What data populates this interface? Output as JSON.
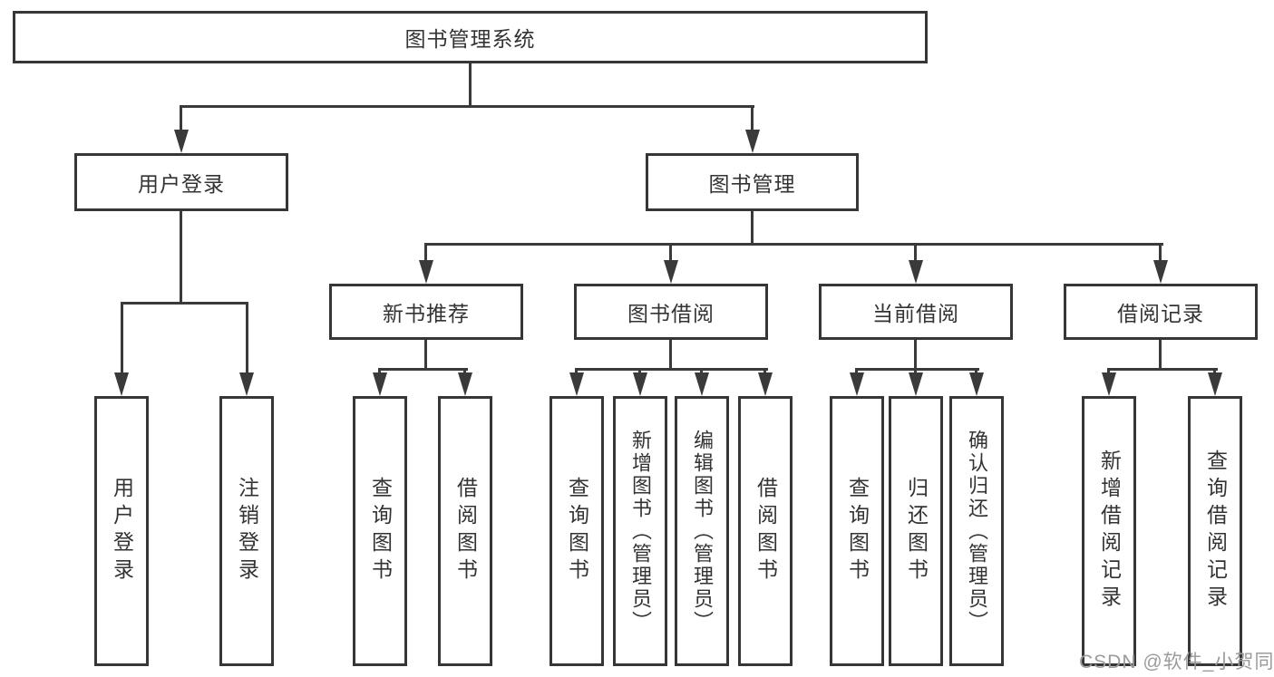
{
  "tree": {
    "root": {
      "label": "图书管理系统"
    },
    "branches": [
      {
        "label": "用户登录",
        "children": [
          {
            "label": "用户登录"
          },
          {
            "label": "注销登录"
          }
        ]
      },
      {
        "label": "图书管理",
        "children": [
          {
            "label": "新书推荐",
            "children": [
              {
                "label": "查询图书"
              },
              {
                "label": "借阅图书"
              }
            ]
          },
          {
            "label": "图书借阅",
            "children": [
              {
                "label": "查询图书"
              },
              {
                "label": "新增图书（管理员）"
              },
              {
                "label": "编辑图书（管理员）"
              },
              {
                "label": "借阅图书"
              }
            ]
          },
          {
            "label": "当前借阅",
            "children": [
              {
                "label": "查询图书"
              },
              {
                "label": "归还图书"
              },
              {
                "label": "确认归还（管理员）"
              }
            ]
          },
          {
            "label": "借阅记录",
            "children": [
              {
                "label": "新增借阅记录"
              },
              {
                "label": "查询借阅记录"
              }
            ]
          }
        ]
      }
    ]
  },
  "watermark": "CSDN @软件_小贺同学",
  "colors": {
    "line": "#3a3a3a",
    "box_border": "#363636",
    "text": "#333333",
    "watermark": "#9b9b9b",
    "background": "#ffffff"
  }
}
